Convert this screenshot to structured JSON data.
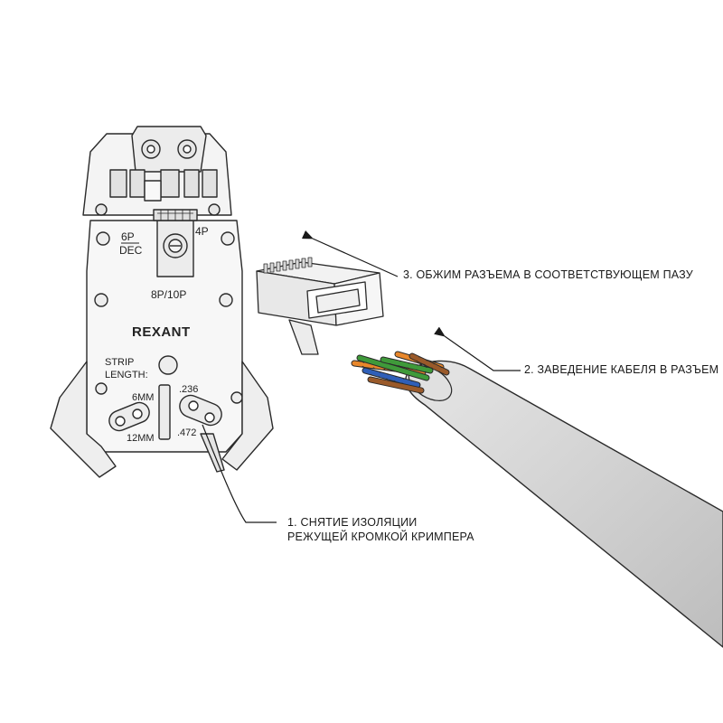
{
  "tool": {
    "brand": "REXANT",
    "port_6p": "6P",
    "port_dec": "DEC",
    "port_4p": "4P",
    "port_8p10p": "8P/10P",
    "strip_line1": "STRIP",
    "strip_line2": "LENGTH:",
    "size_6mm": "6MM",
    "size_12mm": "12MM",
    "inch_236": ".236",
    "inch_472": ".472"
  },
  "callouts": {
    "step1_line1": "1. СНЯТИЕ ИЗОЛЯЦИИ",
    "step1_line2": "РЕЖУЩЕЙ КРОМКОЙ КРИМПЕРА",
    "step2": "2. ЗАВЕДЕНИЕ КАБЕЛЯ В РАЗЪЕМ",
    "step3": "3. ОБЖИМ РАЗЪЕМА В СООТВЕТСТВУЮЩЕМ ПАЗУ"
  },
  "colors": {
    "outline": "#2a2a2a",
    "tool_fill": "#f4f4f4",
    "cable_jacket": "#d6d6d6",
    "wire_orange": "#e8872b",
    "wire_green": "#3f9a3a",
    "wire_blue": "#2f5fb8",
    "wire_brown": "#9a5a2a"
  }
}
